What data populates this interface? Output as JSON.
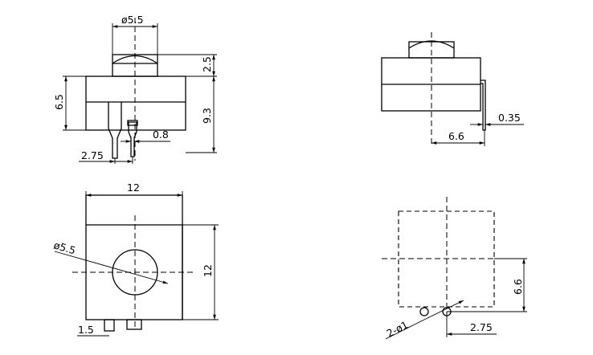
{
  "dimensions": {
    "top_left_diameter": "ø5.5",
    "top_left_button_height": "2.5",
    "top_left_body_height": "6.5",
    "top_left_total_height": "9.3",
    "top_left_pin_width": "0.8",
    "top_left_pin_pitch": "2.75",
    "top_right_pin_thickness": "0.35",
    "top_right_offset": "6.6",
    "bottom_left_width": "12",
    "bottom_left_height": "12",
    "bottom_left_diameter": "ø5.5",
    "bottom_left_pin": "1.5",
    "bottom_right_height": "6.6",
    "bottom_right_holes": "2-ø1",
    "bottom_right_pitch": "2.75"
  }
}
